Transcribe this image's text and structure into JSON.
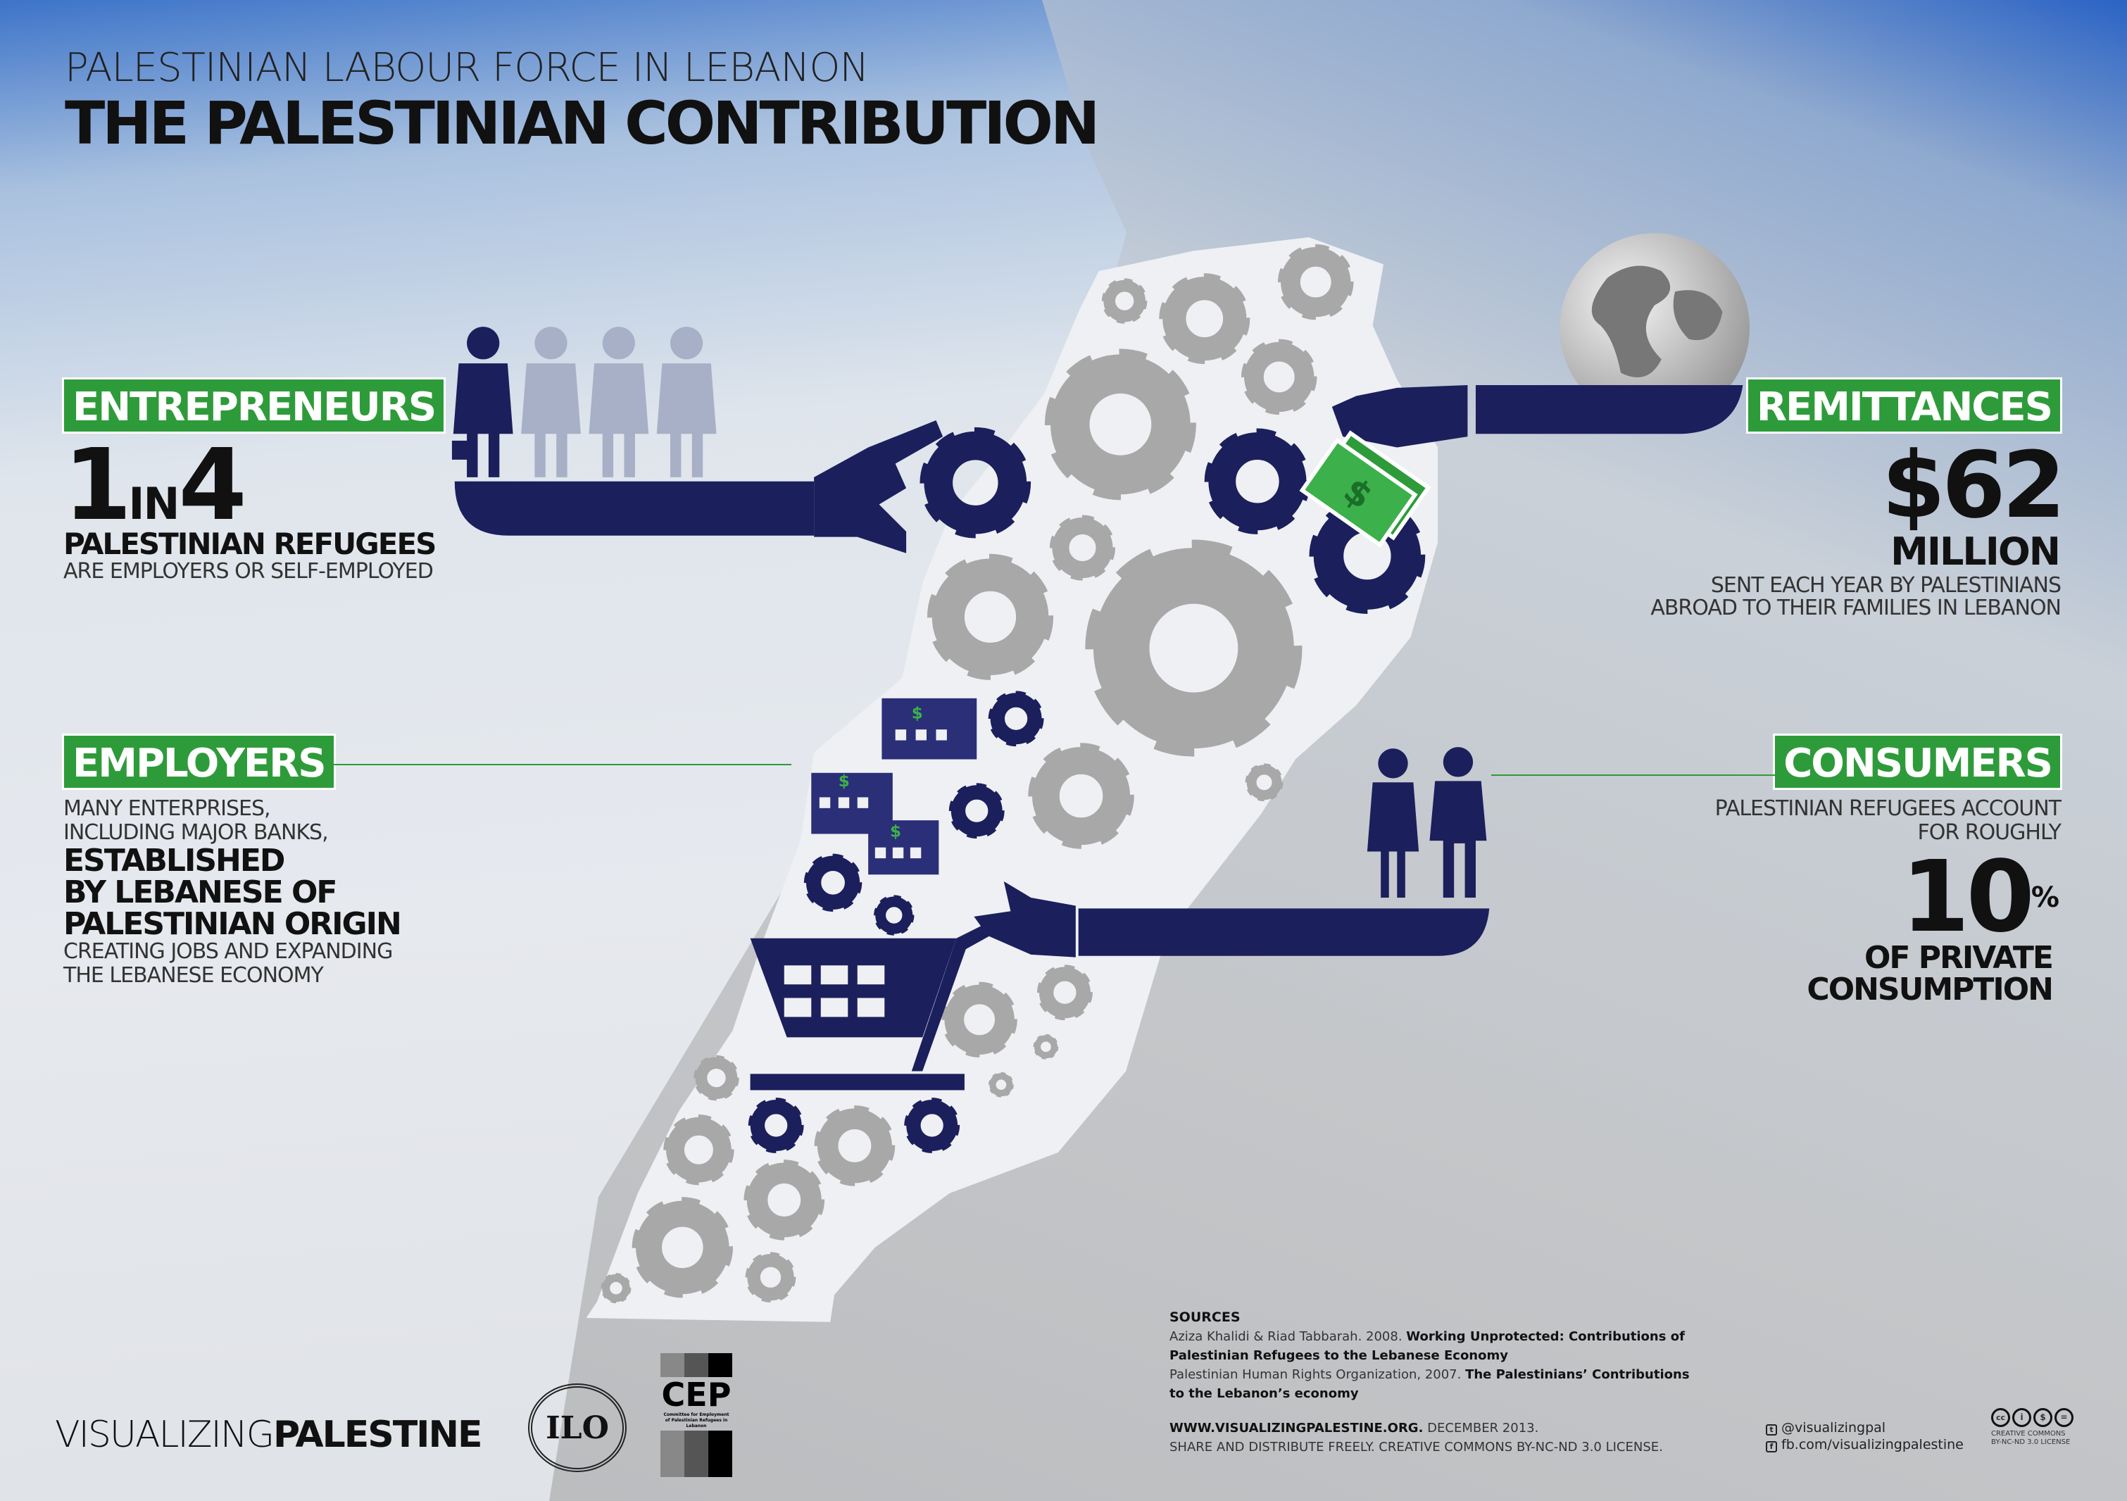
{
  "header": {
    "subtitle": "PALESTINIAN LABOUR FORCE IN LEBANON",
    "title": "THE PALESTINIAN CONTRIBUTION"
  },
  "entrepreneurs": {
    "label": "ENTREPRENEURS",
    "stat_a": "1",
    "stat_in": "IN",
    "stat_b": "4",
    "headline": "PALESTINIAN REFUGEES",
    "detail": "ARE EMPLOYERS OR SELF-EMPLOYED"
  },
  "employers": {
    "label": "EMPLOYERS",
    "line1": "MANY ENTERPRISES,",
    "line2": "INCLUDING MAJOR BANKS,",
    "bold1": "ESTABLISHED",
    "bold2": "BY LEBANESE OF",
    "bold3": "PALESTINIAN ORIGIN",
    "line3": "CREATING JOBS AND EXPANDING",
    "line4": "THE LEBANESE ECONOMY"
  },
  "remittances": {
    "label": "REMITTANCES",
    "amount": "$62",
    "unit": "MILLION",
    "line1": "SENT EACH YEAR BY PALESTINIANS",
    "line2": "ABROAD TO THEIR FAMILIES IN LEBANON"
  },
  "consumers": {
    "label": "CONSUMERS",
    "line1": "PALESTINIAN REFUGEES ACCOUNT",
    "line2": "FOR ROUGHLY",
    "value": "10",
    "percent": "%",
    "bold1": "OF PRIVATE",
    "bold2": "CONSUMPTION"
  },
  "footer": {
    "brand_light": "VISUALIZING",
    "brand_bold": "PALESTINE",
    "ilo": "ILO",
    "cep": "CEP",
    "cep_sub1": "Committee for Employment",
    "cep_sub2": "of Palestinian Refugees in Lebanon",
    "sources_title": "SOURCES",
    "source1_plain": "Aziza Khalidi & Riad Tabbarah. 2008. ",
    "source1_bold": "Working Unprotected: Contributions of Palestinian Refugees to the Lebanese Economy",
    "source2_plain": "Palestinian Human Rights Organization, 2007. ",
    "source2_bold": "The Palestinians’ Contributions to the Lebanon’s economy",
    "website": "WWW.VISUALIZINGPALESTINE.ORG.",
    "date": " DECEMBER 2013.",
    "license": "SHARE AND DISTRIBUTE FREELY. CREATIVE COMMONS BY-NC-ND 3.0 LICENSE.",
    "twitter": "@visualizingpal",
    "facebook": "fb.com/visualizingpalestine",
    "cc1": "CREATIVE COMMONS",
    "cc2": "BY-NC-ND 3.0 LICENSE"
  },
  "colors": {
    "navy": "#1b1f5c",
    "green": "#2e9b3a",
    "gear_gray": "#a9a9a9"
  }
}
